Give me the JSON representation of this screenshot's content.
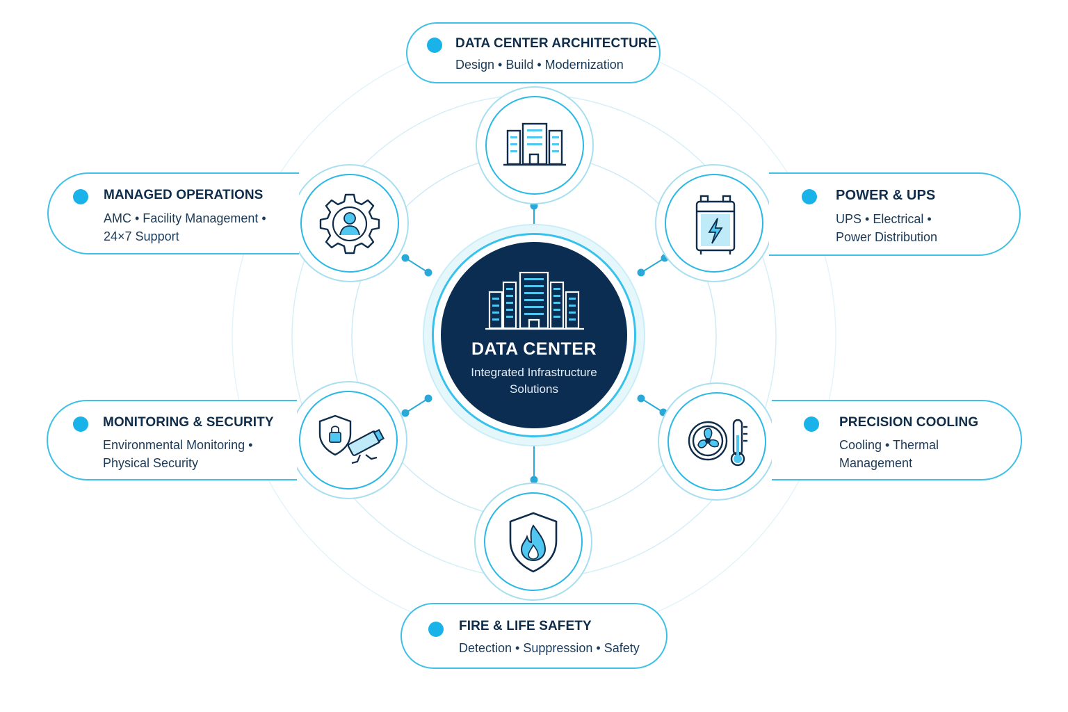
{
  "center": {
    "title": "DATA CENTER",
    "subtitle_line1": "Integrated Infrastructure",
    "subtitle_line2": "Solutions",
    "icon": "data-center-buildings-icon"
  },
  "colors": {
    "accent": "#19b3ea",
    "navy": "#0b2d52",
    "border": "#3fc0e6",
    "orbit": "#d3eef7"
  },
  "services": {
    "architecture": {
      "title": "DATA CENTER ARCHITECTURE",
      "line1": "Design • Build • Modernization",
      "icon": "office-building-icon"
    },
    "power": {
      "title": "POWER & UPS",
      "line1": "UPS • Electrical •",
      "line2": "Power Distribution",
      "icon": "battery-ups-icon"
    },
    "cooling": {
      "title": "PRECISION COOLING",
      "line1": "Cooling • Thermal",
      "line2": "Management",
      "icon": "fan-thermometer-icon"
    },
    "fire": {
      "title": "FIRE & LIFE SAFETY",
      "line1": "Detection • Suppression • Safety",
      "icon": "fire-shield-icon"
    },
    "monitoring": {
      "title": "MONITORING & SECURITY",
      "line1": "Environmental Monitoring •",
      "line2": "Physical Security",
      "icon": "lock-shield-camera-icon"
    },
    "managed": {
      "title": "MANAGED OPERATIONS",
      "line1": "AMC • Facility Management •",
      "line2": "24×7 Support",
      "icon": "gear-user-icon"
    }
  }
}
